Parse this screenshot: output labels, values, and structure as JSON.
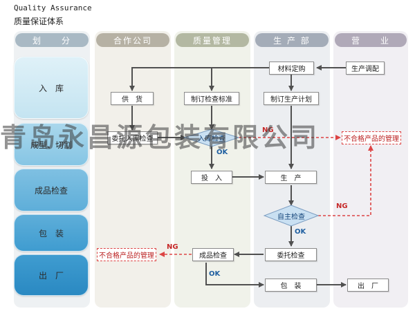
{
  "title_en": "Quality Assurance",
  "title_cn": "质量保证体系",
  "columns": {
    "stage": "划　　分",
    "partner": "合作公司",
    "quality": "质量管理",
    "production": "生 产 部",
    "sales": "营　　业"
  },
  "stages": [
    "入　库",
    "成型、切割",
    "成品检查",
    "包　装",
    "出　厂"
  ],
  "nodes": {
    "production_adjust": "生产调配",
    "material_order": "材料定购",
    "supply": "供　货",
    "set_standard": "制订检查标准",
    "make_plan": "制订生产计划",
    "entrust_incoming": "委托入库检查",
    "incoming_check": "入库检查",
    "defect_mgmt_right": "不合格产品的管理",
    "input": "投　入",
    "produce": "生　产",
    "self_check": "自主检查",
    "defect_mgmt_left": "不合格产品的管理",
    "final_check": "成品检查",
    "entrust_check": "委托检查",
    "package": "包　装",
    "ship": "出　厂"
  },
  "labels": {
    "ok": "OK",
    "ng": "NG"
  },
  "watermark": "青岛永昌源包装有限公司",
  "colors": {
    "column_header": "#a9b4c0",
    "column_bg": "#eef1f3",
    "stage_light": "#c9e6f2",
    "stage_dark": "#2f8fc6",
    "arrow": "#505050",
    "ng_red": "#d44",
    "diamond": "#c9e0f2"
  }
}
